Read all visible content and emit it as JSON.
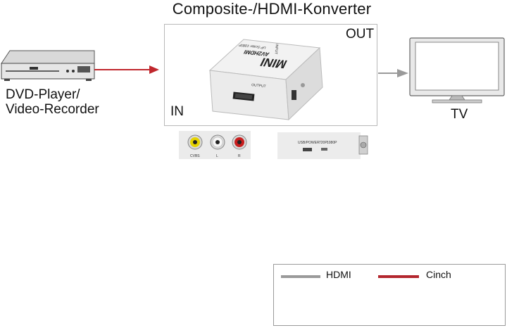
{
  "title": "Composite-/HDMI-Konverter",
  "source_label_line1": "DVD-Player/",
  "source_label_line2": "Video-Recorder",
  "port_out": "OUT",
  "port_in": "IN",
  "tv_label": "TV",
  "converter": {
    "brand": "MINI",
    "model": "AV2HDMI",
    "model_sub": "UP Scaler 1080P",
    "output_label": "OUTPUT",
    "input_label": "INPUT"
  },
  "rca_panel": {
    "labels": [
      "CVBS",
      "L",
      "R"
    ]
  },
  "power_panel": {
    "usb_label": "USB/POWER",
    "res1": "720P",
    "res2": "1080P"
  },
  "legend": {
    "items": [
      {
        "label": "HDMI",
        "color": "#9a9a9a"
      },
      {
        "label": "Cinch",
        "color": "#b3262e"
      }
    ]
  },
  "colors": {
    "hdmi": "#9a9a9a",
    "cinch": "#c0272d"
  }
}
